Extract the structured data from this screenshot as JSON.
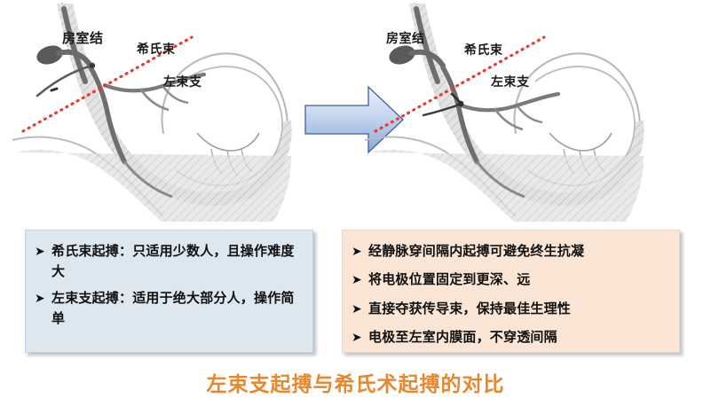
{
  "slide": {
    "footer_title": "左束支起搏与希氏术起搏的对比",
    "footer_title_color": "#e8872e",
    "background_color": "#ffffff"
  },
  "diagrams": {
    "left": {
      "name": "his-bundle-pacing-heart",
      "labels": [
        {
          "id": "av-node",
          "text": "房室结"
        },
        {
          "id": "his-bundle",
          "text": "希氏束"
        },
        {
          "id": "left-bundle",
          "text": "左束支"
        }
      ],
      "marker_line_color": "#e83a2e",
      "tissue_color": "#d8d8d8",
      "conduction_color": "#6b6b6b"
    },
    "right": {
      "name": "left-bundle-branch-pacing-heart",
      "labels": [
        {
          "id": "av-node",
          "text": "房室结"
        },
        {
          "id": "his-bundle",
          "text": "希氏束"
        },
        {
          "id": "left-bundle",
          "text": "左束支"
        }
      ],
      "marker_line_color": "#e83a2e",
      "tissue_color": "#d8d8d8",
      "conduction_color": "#6b6b6b"
    }
  },
  "arrow": {
    "name": "transition-arrow",
    "direction": "right",
    "fill_start": "#e4ecf8",
    "fill_end": "#8fadd9",
    "stroke": "#3f5f9e"
  },
  "boxes": {
    "left": {
      "fill_color": "#dde7f0",
      "border_color": "#c3d3e4",
      "bullet_marker": "➤",
      "bullets": [
        "希氏束起搏：只适用少数人，且操作难度大",
        "左束支起搏：适用于绝大部分人，操作简单"
      ]
    },
    "right": {
      "fill_color": "#fbe6d6",
      "border_color": "#f3d6c2",
      "bullet_marker": "➤",
      "bullets": [
        "经静脉穿间隔内起搏可避免终生抗凝",
        "将电极位置固定到更深、远",
        "直接夺获传导束，保持最佳生理性",
        "电极至左室内膜面，不穿透间隔"
      ]
    }
  }
}
